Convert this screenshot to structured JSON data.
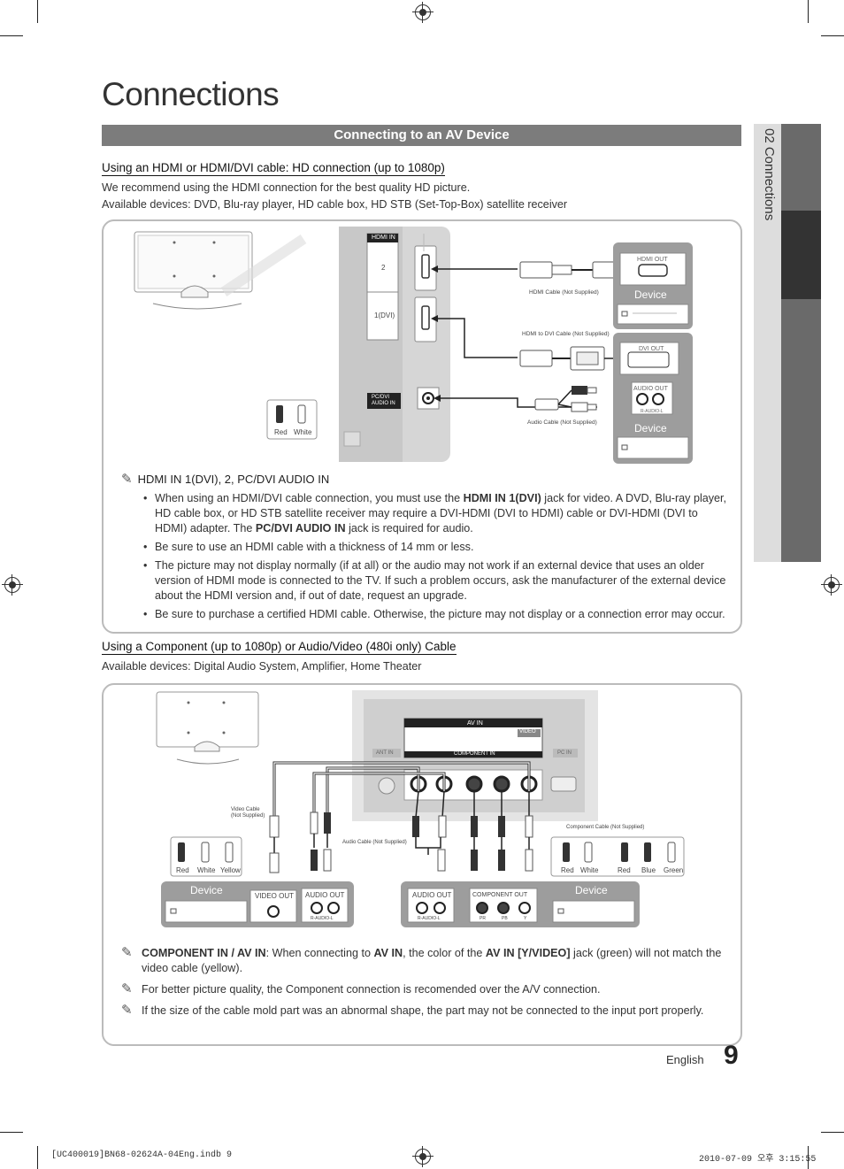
{
  "page": {
    "title": "Connections",
    "section_title": "Connecting to an AV Device",
    "side_tab": "02  Connections",
    "footer_lang": "English",
    "page_number": "9",
    "print_file": "[UC400019]BN68-02624A-04Eng.indb   9",
    "print_date": "2010-07-09   오후 3:15:55"
  },
  "hdmi_section": {
    "heading": "Using an HDMI or HDMI/DVI cable: HD connection (up to 1080p)",
    "line1": "We recommend using the HDMI connection for the best quality HD picture.",
    "line2": "Available devices: DVD, Blu-ray player, HD cable box, HD STB (Set-Top-Box) satellite receiver",
    "diagram": {
      "tv_hdmi_in": "HDMI IN",
      "port_2": "2",
      "port_1": "1(DVI)",
      "pc_dvi_audio": "PC/DVI\nAUDIO IN",
      "hdmi_cable": "HDMI Cable (Not Supplied)",
      "hdmi_dvi_cable": "HDMI to DVI Cable (Not Supplied)",
      "audio_cable": "Audio Cable (Not Supplied)",
      "hdmi_out": "HDMI OUT",
      "dvi_out": "DVI OUT",
      "audio_out": "AUDIO OUT",
      "r_audio_l": "R-AUDIO-L",
      "device": "Device",
      "red": "Red",
      "white": "White"
    },
    "note_title": "HDMI IN 1(DVI), 2, PC/DVI AUDIO IN",
    "bullets": [
      {
        "pre": "When using an HDMI/DVI cable connection, you must use the ",
        "b1": "HDMI IN 1(DVI)",
        "mid": " jack for video. A DVD, Blu-ray player, HD cable box, or HD STB satellite receiver may require a DVI-HDMI (DVI to HDMI) cable or DVI-HDMI (DVI to HDMI) adapter. The ",
        "b2": "PC/DVI AUDIO IN",
        "post": " jack is required for audio."
      },
      {
        "text": "Be sure to use an HDMI cable with a thickness of 14 mm or less."
      },
      {
        "text": "The picture may not display normally (if at all) or the audio may not work if an external device that uses an older version of HDMI mode is connected to the TV. If such a problem occurs, ask the manufacturer of the external device about the HDMI version and, if out of date, request an upgrade."
      },
      {
        "text": "Be sure to purchase a certified HDMI cable. Otherwise, the picture may not display or a connection error may occur."
      }
    ]
  },
  "component_section": {
    "heading": "Using a Component (up to 1080p) or Audio/Video (480i only) Cable",
    "line1": "Available devices: Digital Audio System, Amplifier, Home Theater",
    "diagram": {
      "av_in": "AV IN",
      "video": "VIDEO",
      "component_in": "COMPONENT IN",
      "ant_in": "ANT IN",
      "pc_in": "PC IN",
      "video_cable": "Video Cable\n(Not Supplied)",
      "audio_cable": "Audio Cable (Not Supplied)",
      "component_cable": "Component Cable (Not Supplied)",
      "device": "Device",
      "video_out": "VIDEO OUT",
      "audio_out": "AUDIO OUT",
      "component_out": "COMPONENT OUT",
      "r_audio_l": "R-AUDIO-L",
      "pr": "PR",
      "pb": "PB",
      "y": "Y",
      "red": "Red",
      "white": "White",
      "yellow": "Yellow",
      "blue": "Blue",
      "green": "Green"
    },
    "notes": [
      {
        "b1": "COMPONENT IN / AV IN",
        "t1": ": When connecting to ",
        "b2": "AV IN",
        "t2": ", the color of the ",
        "b3": "AV IN [Y/VIDEO]",
        "t3": " jack (green) will not match the video cable (yellow)."
      },
      {
        "text": "For better picture quality, the Component connection is recomended over the A/V connection."
      },
      {
        "text": "If the size of the cable mold part was an abnormal shape, the part may not be connected to the input port properly."
      }
    ]
  }
}
